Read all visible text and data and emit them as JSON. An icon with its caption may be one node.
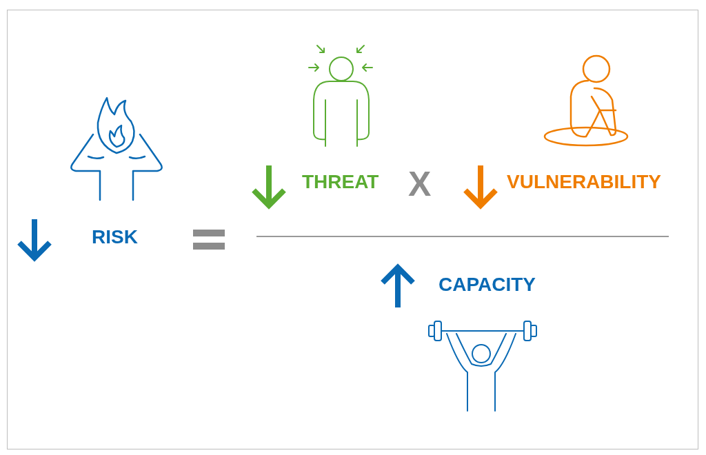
{
  "diagram": {
    "labels": [
      "RISK",
      "THREAT",
      "X",
      "VULNERABILITY",
      "CAPACITY"
    ]
  }
}
